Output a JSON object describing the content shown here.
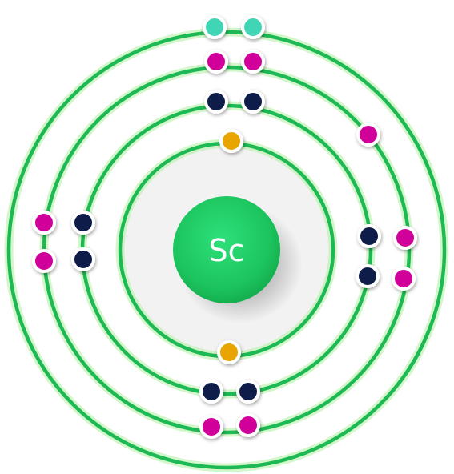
{
  "nucleus": {
    "symbol": "Sc",
    "color": "#22c55e"
  },
  "colors": {
    "shell_stroke": "#1db954",
    "shell_glow": "#b7f0a8",
    "core_fill": "#f2f2f2",
    "electron_outline": "#ffffff"
  },
  "shells": [
    {
      "shell": 1,
      "electrons": [
        {
          "color": "#e8a400"
        },
        {
          "color": "#e8a400"
        }
      ]
    },
    {
      "shell": 2,
      "electrons": [
        {
          "color": "#0f1f4a"
        },
        {
          "color": "#0f1f4a"
        },
        {
          "color": "#0f1f4a"
        },
        {
          "color": "#0f1f4a"
        },
        {
          "color": "#0f1f4a"
        },
        {
          "color": "#0f1f4a"
        },
        {
          "color": "#0f1f4a"
        },
        {
          "color": "#0f1f4a"
        }
      ]
    },
    {
      "shell": 3,
      "electrons": [
        {
          "color": "#d1009a"
        },
        {
          "color": "#d1009a"
        },
        {
          "color": "#d1009a"
        },
        {
          "color": "#d1009a"
        },
        {
          "color": "#d1009a"
        },
        {
          "color": "#d1009a"
        },
        {
          "color": "#d1009a"
        },
        {
          "color": "#d1009a"
        },
        {
          "color": "#d1009a"
        }
      ]
    },
    {
      "shell": 4,
      "electrons": [
        {
          "color": "#3fd6b5"
        },
        {
          "color": "#3fd6b5"
        }
      ]
    }
  ]
}
